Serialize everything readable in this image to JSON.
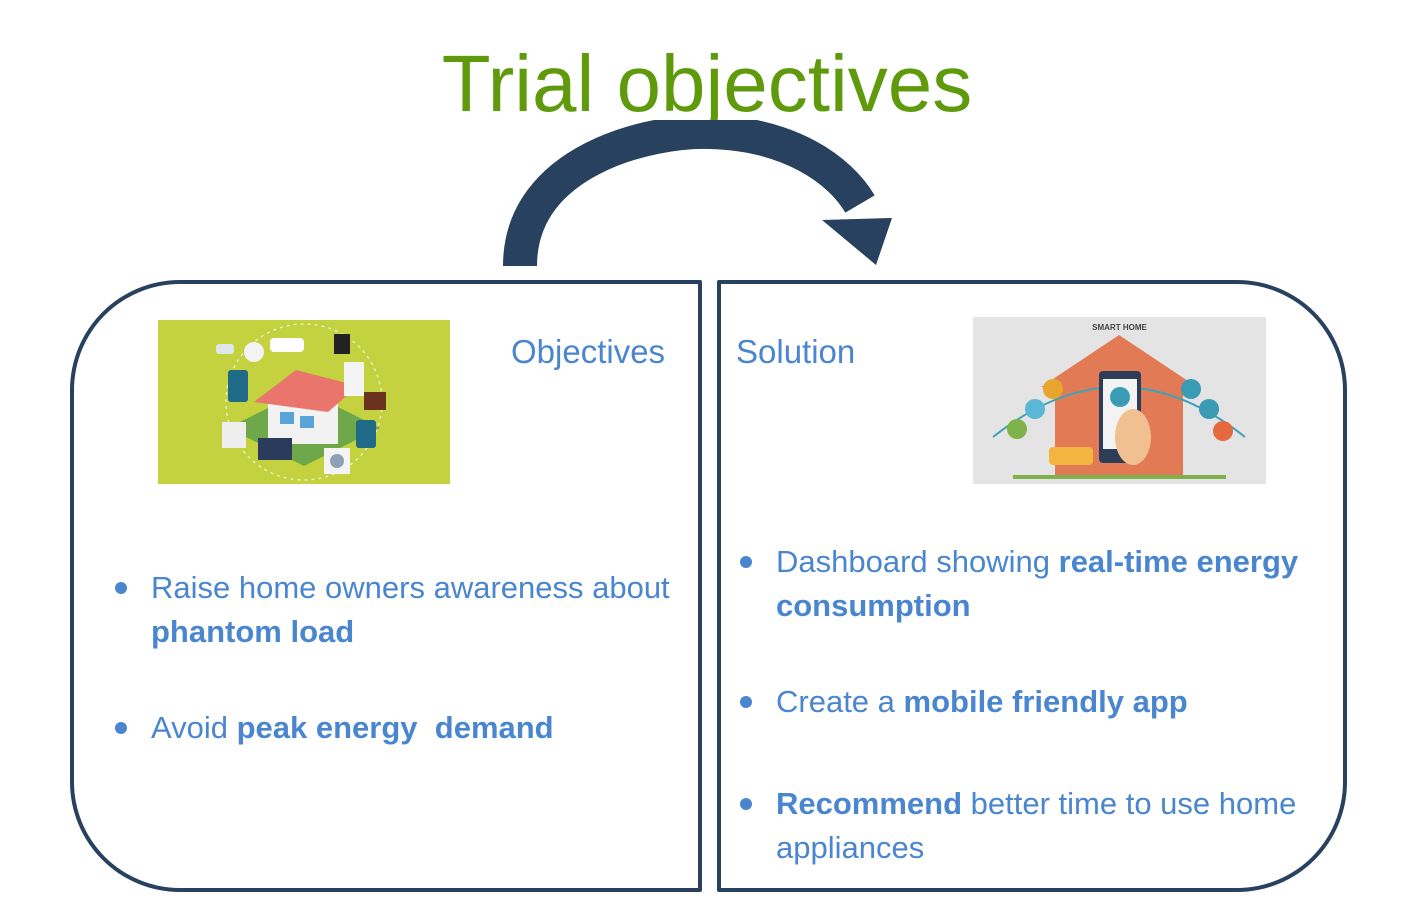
{
  "title": "Trial objectives",
  "colors": {
    "title": "#5f9a0c",
    "border": "#27415f",
    "text": "#4a86cf",
    "arrow": "#27415f"
  },
  "objectives": {
    "heading": "Objectives",
    "image_icon": "smart-home-appliances-illustration",
    "bullets": [
      {
        "parts": [
          " Raise home owners awareness about ",
          "phantom load"
        ]
      },
      {
        "parts": [
          "Avoid ",
          "peak energy  demand"
        ]
      }
    ]
  },
  "solution": {
    "heading": "Solution",
    "image_icon": "smart-home-phone-illustration",
    "image_caption": "SMART HOME",
    "bullets": [
      {
        "parts": [
          "Dashboard showing ",
          "real-time energy consumption"
        ]
      },
      {
        "parts": [
          "Create a ",
          "mobile friendly app"
        ]
      },
      {
        "parts": [
          "Recommend",
          " better time to use home appliances"
        ]
      }
    ]
  }
}
